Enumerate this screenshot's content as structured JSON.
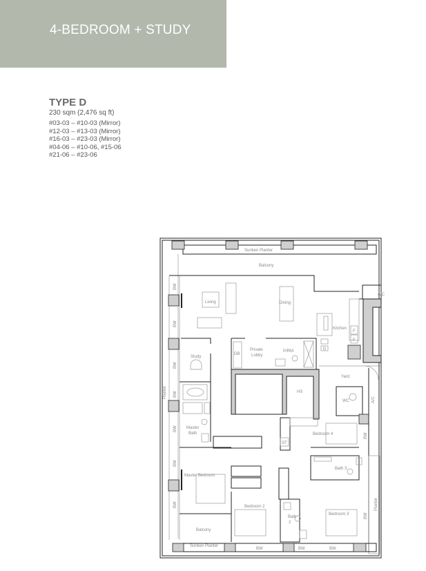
{
  "header": {
    "title": "4-BEDROOM + STUDY"
  },
  "unit_type": {
    "name": "TYPE D",
    "area": "230 sqm (2,476 sq ft)",
    "units": [
      "#03-03 – #10-03 (Mirror)",
      "#12-03 – #13-03 (Mirror)",
      "#16-03 – #23-03 (Mirror)",
      "#04-06 – #10-06, #15-06",
      "#21-06 – #23-06"
    ]
  },
  "plan": {
    "sunken_planter_top": "Sunken Planter",
    "balcony_top": "Balcony",
    "living": "Living",
    "dining": "Dining",
    "kitchen": "Kitchen",
    "ac_top": "A/C",
    "study": "Study",
    "db": "DB",
    "private_lobby_1": "Private",
    "private_lobby_2": "Lobby",
    "prm": "P/RM",
    "yard": "Yard",
    "hs": "HS",
    "wc": "WC",
    "ac_side": "A/C",
    "master_bath_1": "Master",
    "master_bath_2": "Bath",
    "st": "ST",
    "bedroom4": "Bedroom 4",
    "bath3": "Bath 3",
    "master_bedroom": "Master Bedroom",
    "bedroom2": "Bedroom 2",
    "bedroom3": "Bedroom 3",
    "bath2_1": "Bath",
    "bath2_2": "2",
    "balcony_bottom": "Balcony",
    "sunken_planter_bottom": "Sunken Planter",
    "planter_left": "Planter",
    "planter_right": "Planter",
    "bw": "BW",
    "fridge": "F",
    "washer": "W",
    "dryer": "D"
  }
}
